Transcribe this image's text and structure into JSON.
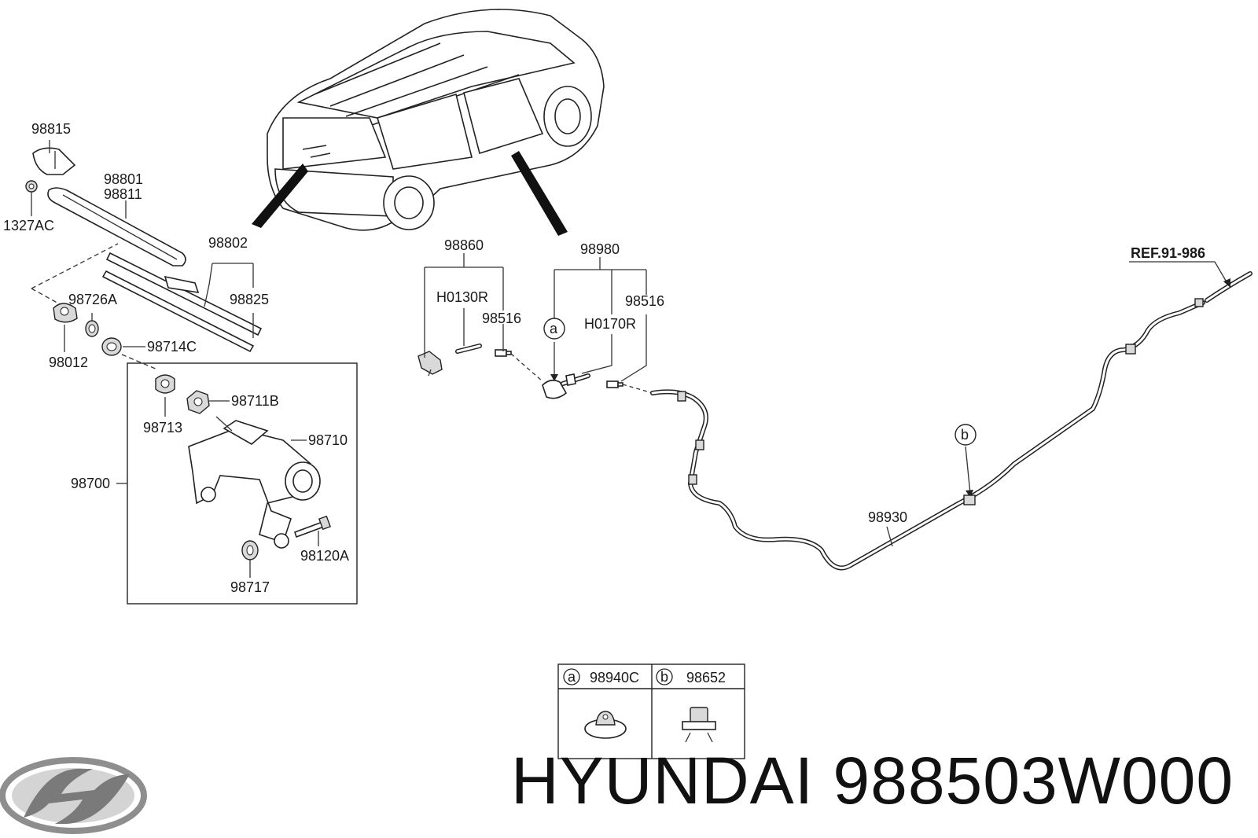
{
  "labels": {
    "p98815": "98815",
    "p98801": "98801",
    "p98811": "98811",
    "p1327AC": "1327AC",
    "p98802": "98802",
    "p98825": "98825",
    "p98726A": "98726A",
    "p98012": "98012",
    "p98714C": "98714C",
    "p98713": "98713",
    "p98711B": "98711B",
    "p98710": "98710",
    "p98700": "98700",
    "p98120A": "98120A",
    "p98717": "98717",
    "p98860": "98860",
    "pH0130R": "H0130R",
    "p98516a": "98516",
    "p98980": "98980",
    "pH0170R": "H0170R",
    "p98516b": "98516",
    "p98930": "98930",
    "ref": "REF.91-986",
    "callout_a": "a",
    "callout_b": "b"
  },
  "legend": {
    "a_letter": "a",
    "a_part": "98940C",
    "b_letter": "b",
    "b_part": "98652"
  },
  "brand": {
    "logo": "hyundai-logo",
    "title": "HYUNDAI 988503W000"
  }
}
